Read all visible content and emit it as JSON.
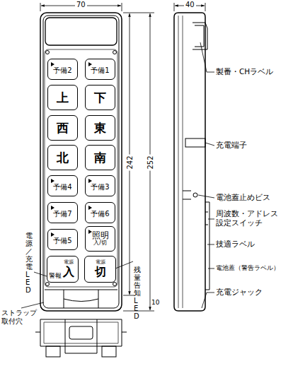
{
  "diagram": {
    "nodes": [
      {
        "text": [
          "予備2"
        ]
      },
      {
        "text": [
          "予備1"
        ]
      },
      {
        "text": [
          "上"
        ]
      },
      {
        "text": [
          "下"
        ]
      },
      {
        "text": [
          "西"
        ]
      },
      {
        "text": [
          "東"
        ]
      },
      {
        "text": [
          "北"
        ]
      },
      {
        "text": [
          "南"
        ]
      },
      {
        "text": [
          "予備4"
        ]
      },
      {
        "text": [
          "予備3"
        ]
      },
      {
        "text": [
          "予備7"
        ]
      },
      {
        "text": [
          "予備6"
        ]
      },
      {
        "text": [
          "予備5"
        ]
      },
      {
        "text": [
          "照明",
          "入/切"
        ]
      },
      {
        "text": [
          "警報",
          "電源",
          "入"
        ]
      },
      {
        "text": [
          "電源",
          "切"
        ]
      }
    ],
    "labels": [
      "70",
      "40",
      "242",
      "252",
      "10",
      "製番・CHラベル",
      "充電端子",
      "電池蓋止めビス",
      "周波数・アドレス 設定スイッチ",
      "技適ラベル",
      "電池蓋（警告ラベル）",
      "充電ジャック",
      "電源／充電LED",
      "ストラップ 取付穴",
      "残量告知LED"
    ]
  }
}
